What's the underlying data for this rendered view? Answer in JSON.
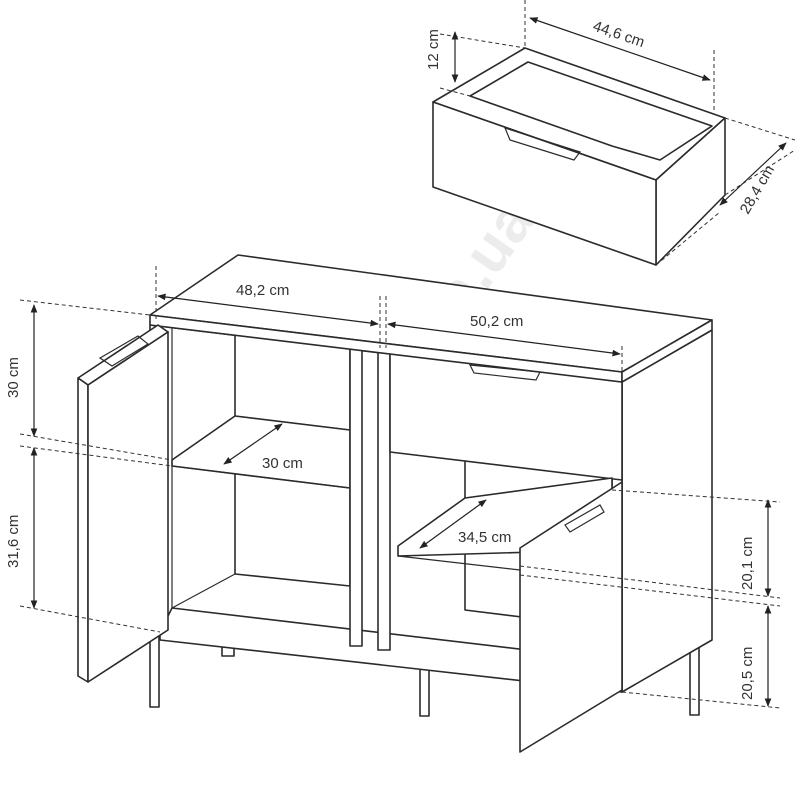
{
  "watermark": "Mebline.com.ua",
  "drawer": {
    "width_label": "44,6 cm",
    "height_label": "12 cm",
    "depth_label": "28,4 cm"
  },
  "cabinet": {
    "left_width_label": "48,2 cm",
    "right_width_label": "50,2 cm",
    "left_upper_height_label": "30 cm",
    "left_lower_height_label": "31,6 cm",
    "left_shelf_depth_label": "30 cm",
    "right_shelf_depth_label": "34,5 cm",
    "right_upper_height_label": "20,1 cm",
    "right_lower_height_label": "20,5 cm"
  }
}
